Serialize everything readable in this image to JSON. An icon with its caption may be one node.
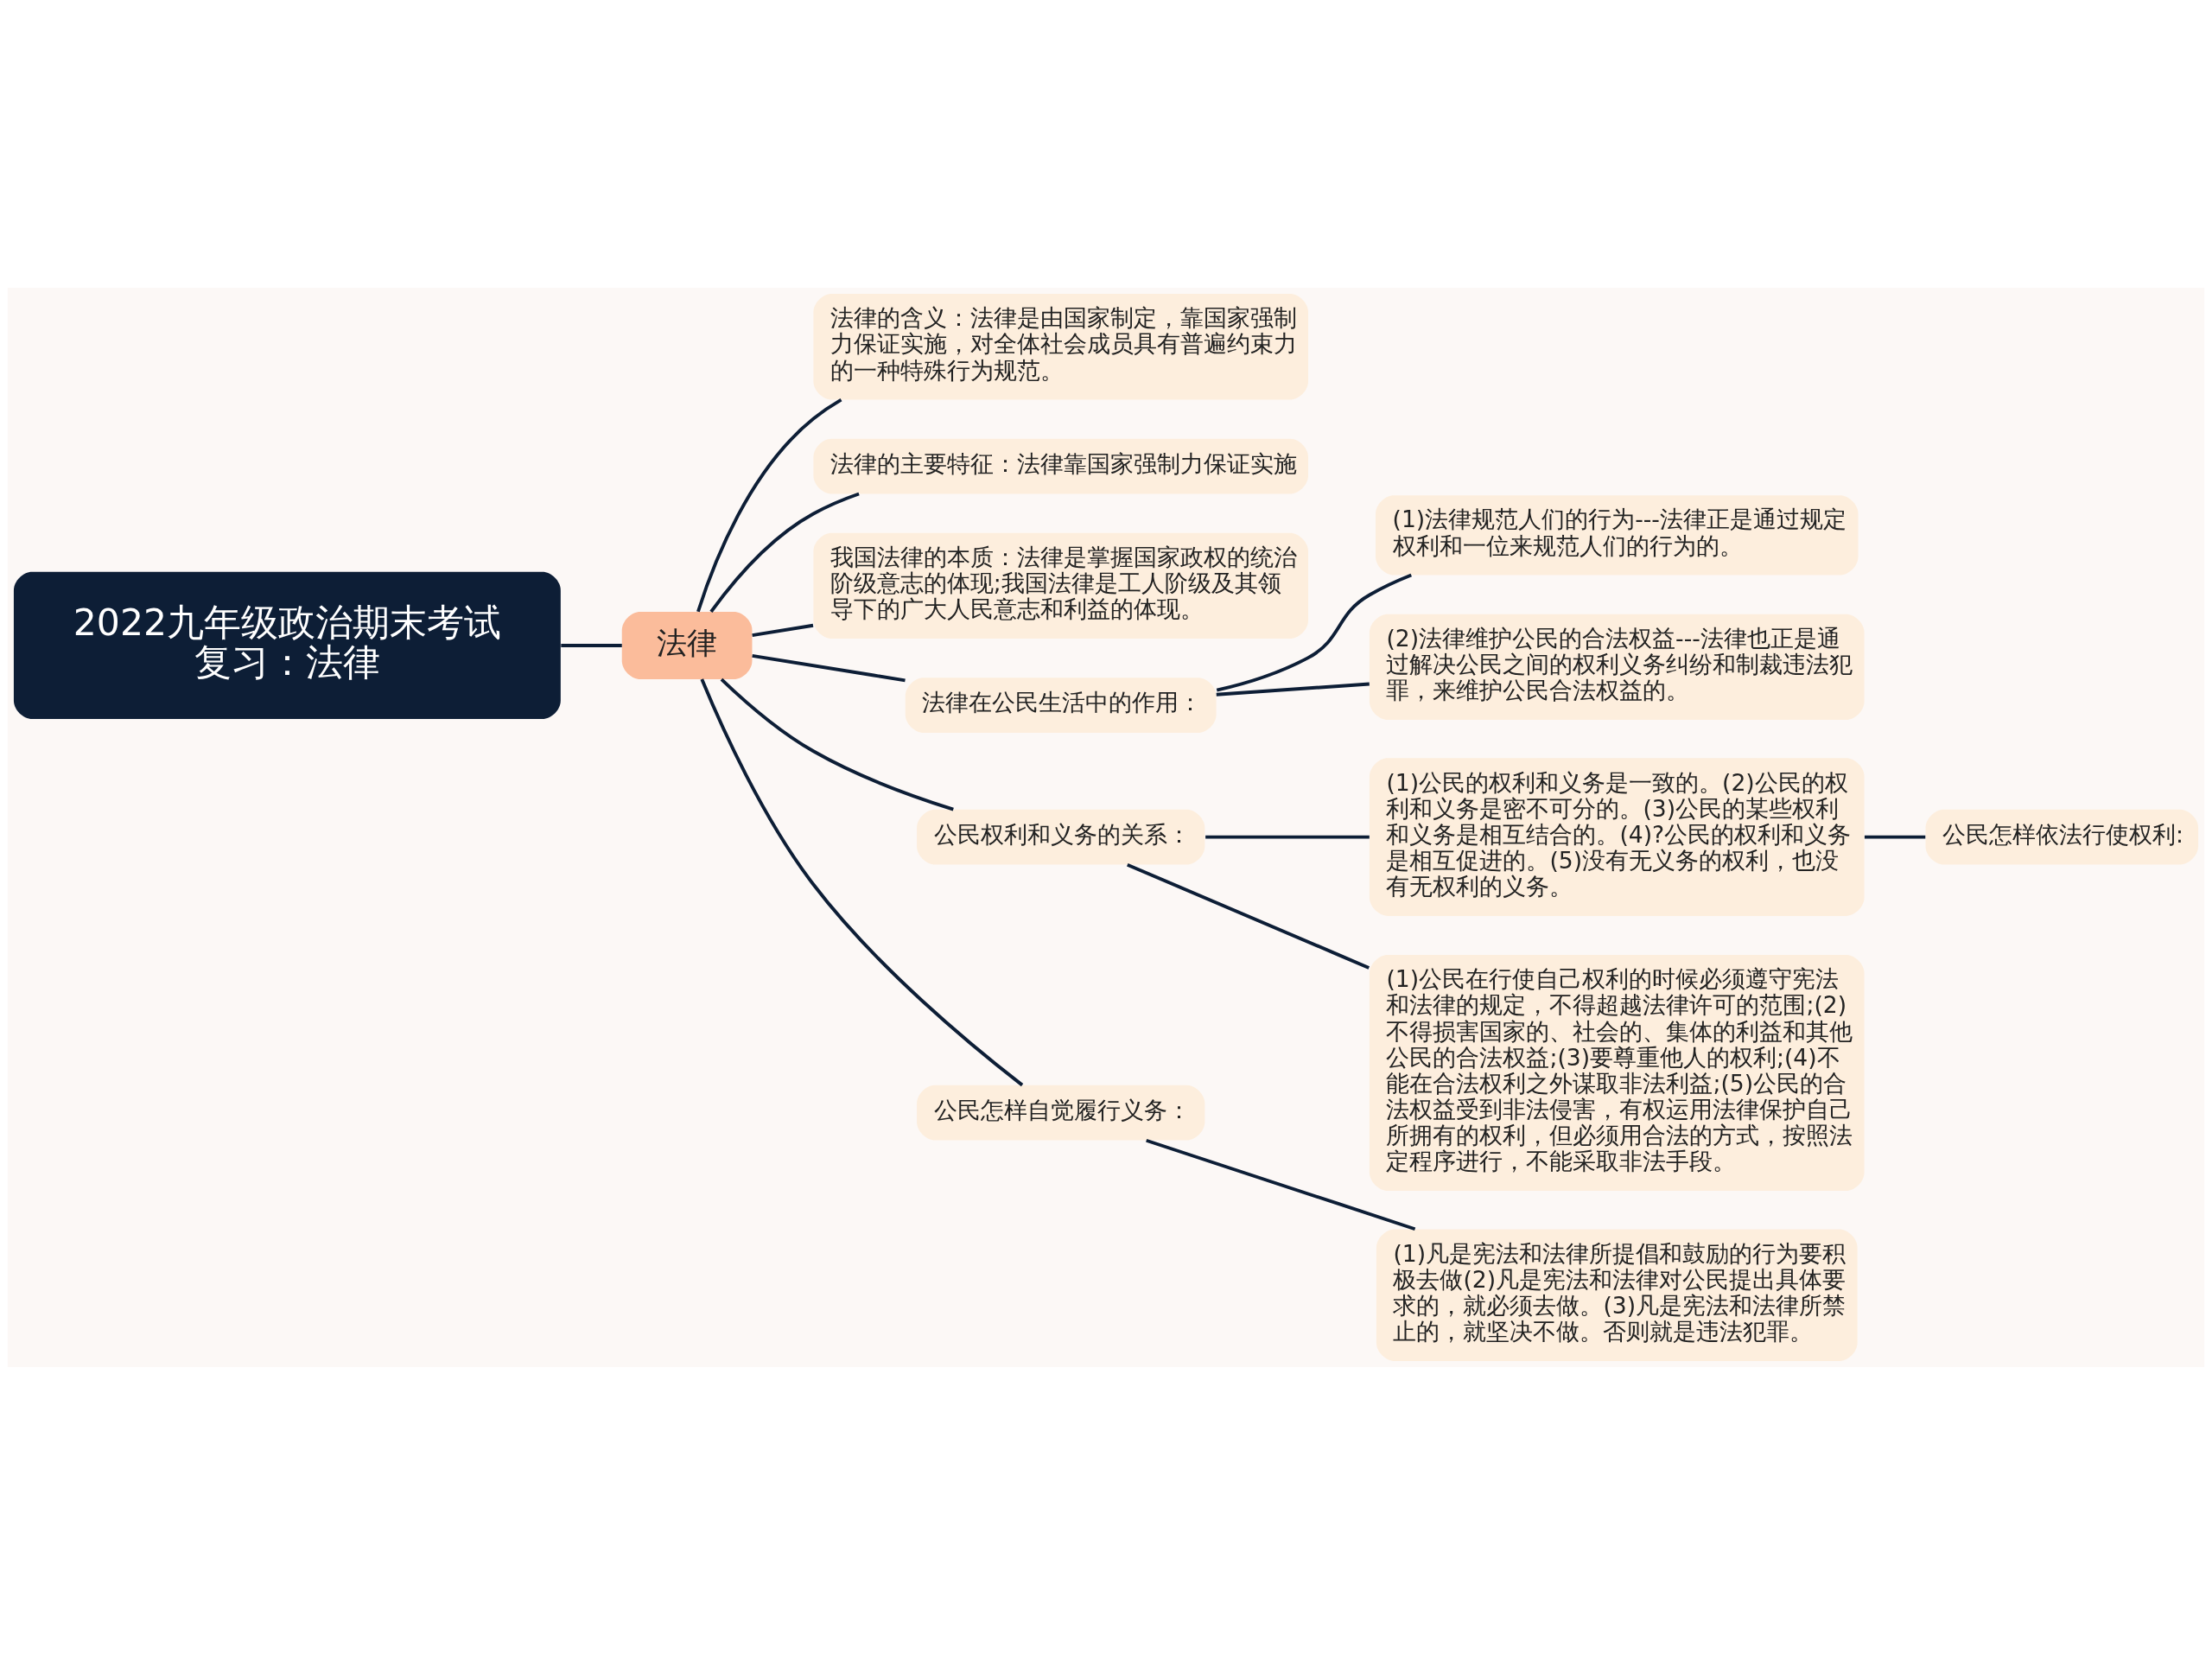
{
  "diagram": {
    "nodes": [
      {
        "text": [
          "2022九年级政治期末考试复习：法律"
        ]
      },
      {
        "text": [
          "法律"
        ]
      },
      {
        "text": [
          "法律的含义：法律是由国家制定，靠国家强制力保证实施，对全体社会成员具有普遍约束力的一种特殊行为规范。"
        ]
      },
      {
        "text": [
          "法律的主要特征：法律靠国家强制力保证实施"
        ]
      },
      {
        "text": [
          "我国法律的本质：法律是掌握国家政权的统治阶级意志的体现;我国法律是工人阶级及其领导下的广大人民意志和利益的体现。"
        ]
      },
      {
        "text": [
          "法律在公民生活中的作用："
        ]
      },
      {
        "text": [
          "(1)法律规范人们的行为---法律正是通过规定权利和一位来规范人们的行为的。"
        ]
      },
      {
        "text": [
          "(2)法律维护公民的合法权益---法律也正是通过解决公民之间的权利义务纠纷和制裁违法犯罪，来维护公民合法权益的。"
        ]
      },
      {
        "text": [
          "公民权利和义务的关系："
        ]
      },
      {
        "text": [
          "(1)公民的权利和义务是一致的。(2)公民的权利和义务是密不可分的。(3)公民的某些权利和义务是相互结合的。(4)?公民的权利和义务是相互促进的。(5)没有无义务的权利，也没有无权利的义务。"
        ]
      },
      {
        "text": [
          "公民怎样依法行使权利:"
        ]
      },
      {
        "text": [
          "(1)公民在行使自己权利的时候必须遵守宪法和法律的规定，不得超越法律许可的范围;(2)不得损害国家的、社会的、集体的利益和其他公民的合法权益;(3)要尊重他人的权利;(4)不能在合法权利之外谋取非法利益;(5)公民的合法权益受到非法侵害，有权运用法律保护自己所拥有的权利，但必须用合法的方式，按照法定程序进行，不能采取非法手段。"
        ]
      },
      {
        "text": [
          "公民怎样自觉履行义务："
        ]
      },
      {
        "text": [
          "(1)凡是宪法和法律所提倡和鼓励的行为要积极去做(2)凡是宪法和法律对公民提出具体要求的，就必须去做。(3)凡是宪法和法律所禁止的，就坚决不做。否则就是违法犯罪。"
        ]
      }
    ],
    "edges": [
      {
        "from": 0,
        "to": 1,
        "arrow": "none"
      },
      {
        "from": 1,
        "to": 2,
        "arrow": "none"
      },
      {
        "from": 1,
        "to": 3,
        "arrow": "none"
      },
      {
        "from": 1,
        "to": 4,
        "arrow": "none"
      },
      {
        "from": 1,
        "to": 5,
        "arrow": "none"
      },
      {
        "from": 5,
        "to": 6,
        "arrow": "none"
      },
      {
        "from": 5,
        "to": 7,
        "arrow": "none"
      },
      {
        "from": 1,
        "to": 8,
        "arrow": "none"
      },
      {
        "from": 8,
        "to": 9,
        "arrow": "none"
      },
      {
        "from": 9,
        "to": 10,
        "arrow": "none"
      },
      {
        "from": 8,
        "to": 11,
        "arrow": "none"
      },
      {
        "from": 1,
        "to": 12,
        "arrow": "none"
      },
      {
        "from": 12,
        "to": 13,
        "arrow": "none"
      }
    ]
  }
}
